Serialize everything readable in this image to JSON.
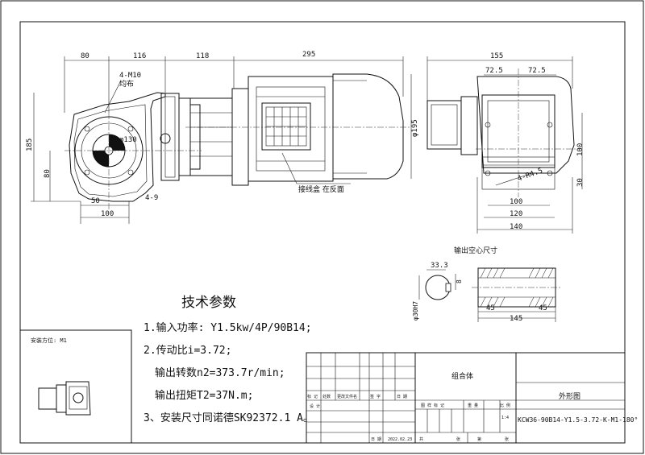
{
  "dims": {
    "top_80": "80",
    "top_116": "116",
    "top_118": "118",
    "top_295": "295",
    "top_155": "155",
    "left_185": "185",
    "left_80": "80",
    "phi195": "φ195",
    "phi130": "φ130",
    "bolt": "4-M10",
    "bolt_note": "均布",
    "w50": "50",
    "w49": "4-9",
    "w100a": "100",
    "a725l": "72.5",
    "a725r": "72.5",
    "r100": "100",
    "r30": "30",
    "b100": "100",
    "b120": "120",
    "b140": "140",
    "r45": "4-R4.5",
    "key333": "33.3",
    "key8": "8",
    "phi30": "φ30H7",
    "s45l": "45",
    "s45r": "45",
    "s145": "145"
  },
  "labels": {
    "terminal_box": "接线盒 在反面",
    "hollow_shaft": "输出空心尺寸",
    "mount_pos": "安装方位: M1"
  },
  "tech": {
    "title": "技术参数",
    "line1": "1.输入功率: Y1.5kw/4P/90B14;",
    "line2": "2.传动比i=3.72;",
    "line3": "输出转数n2=373.7r/min;",
    "line4": "输出扭矩T2=37N.m;",
    "line5": "3、安装尺寸同诺德SK92372.1 A。"
  },
  "titleblock": {
    "h_mark": "标 记",
    "h_count": "处数",
    "h_doc": "更改文件名",
    "h_sign": "签 字",
    "h_date": "日 期",
    "design": "设 计",
    "date_label": "日 期",
    "date_val": "2022.02.23",
    "assembly": "组合体",
    "drawing": "外形图",
    "pattern": "图 样 标 记",
    "weight": "重 量",
    "scale": "比 例",
    "scale_val": "1:4",
    "total": "共",
    "sheets": "张",
    "sheet_no": "第",
    "sheet_unit": "张",
    "model": "KCW36-90B14-Y1.5-3.72-K-M1-180°"
  }
}
